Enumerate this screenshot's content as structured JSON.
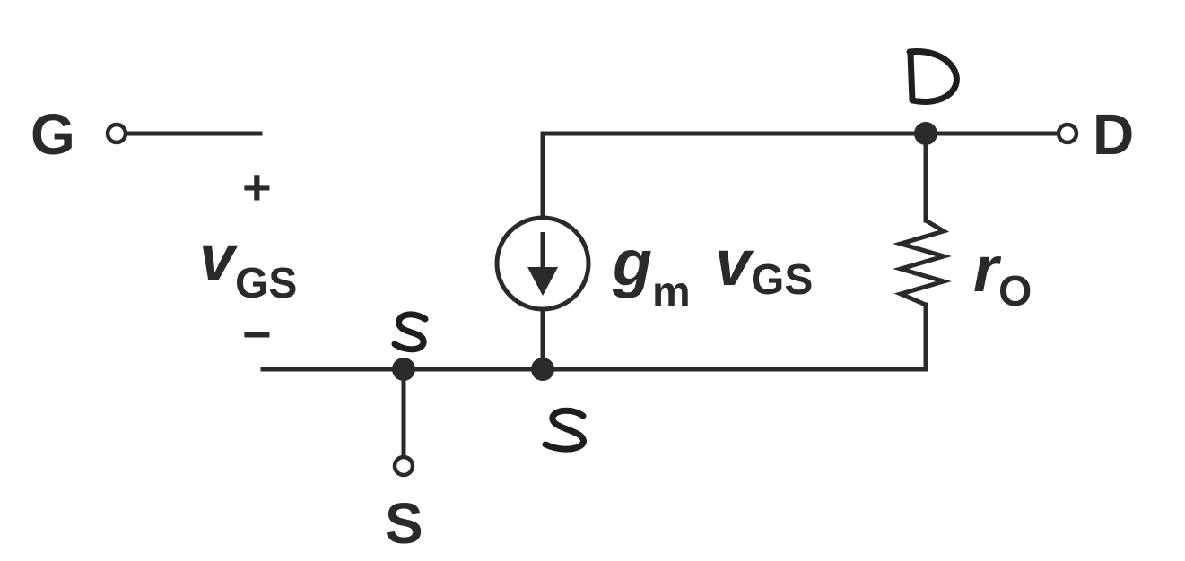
{
  "terminals": {
    "gate": "G",
    "drain": "D",
    "source": "S"
  },
  "vgs": {
    "plus": "+",
    "symbol": "v",
    "subscript": "GS",
    "minus": "−"
  },
  "current_source": {
    "coef": "g",
    "coef_sub": "m",
    "var": "v",
    "var_sub": "GS"
  },
  "resistor": {
    "symbol": "r",
    "subscript": "O"
  },
  "handwritten_annotations": {
    "drain_node": "D",
    "source_node_upper": "S",
    "source_node_lower": "S"
  }
}
